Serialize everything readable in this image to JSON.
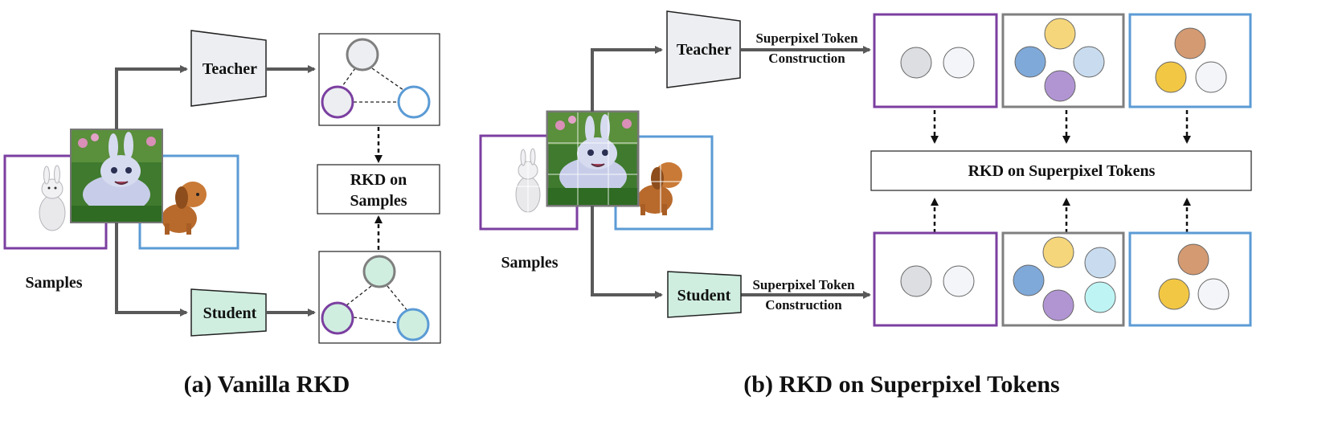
{
  "panel_a": {
    "caption": "(a) Vanilla RKD",
    "samples_label": "Samples",
    "teacher_label": "Teacher",
    "student_label": "Student",
    "rkd_label_line1": "RKD on",
    "rkd_label_line2": "Samples"
  },
  "panel_b": {
    "caption": "(b) RKD on Superpixel Tokens",
    "samples_label": "Samples",
    "teacher_label": "Teacher",
    "student_label": "Student",
    "construction_line1": "Superpixel Token",
    "construction_line2": "Construction",
    "rkd_label": "RKD on Superpixel Tokens"
  },
  "colors": {
    "purple": "#7b3fa0",
    "blue": "#5b9bd5",
    "gray": "#7f7f7f",
    "teacher_fill": "#eceef1",
    "student_fill": "#cfeee0",
    "token_light_gray": "#dcdee2",
    "token_white": "#f3f5f8",
    "token_yellow": "#f5d67a",
    "token_blue": "#7fa9d9",
    "token_light_blue": "#c9dcef",
    "token_purple": "#b195d3",
    "token_brown": "#d49a72",
    "token_gold": "#f2c744",
    "token_cyan": "#bff4f4"
  }
}
